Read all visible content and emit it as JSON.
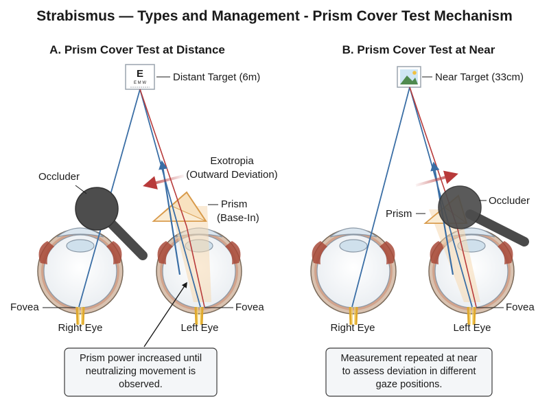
{
  "title": "Strabismus — Types and Management - Prism Cover Test Mechanism",
  "panel_a": {
    "heading": "A. Prism Cover Test at Distance",
    "chart_letters": "E",
    "chart_small": "E M W",
    "target_label": "Distant Target (6m)",
    "deviation_line1": "Exotropia",
    "deviation_line2": "(Outward Deviation)",
    "occluder_label": "Occluder",
    "prism_line1": "Prism",
    "prism_line2": "(Base-In)",
    "fovea_right": "Fovea",
    "fovea_left": "Fovea",
    "right_eye": "Right Eye",
    "left_eye": "Left Eye",
    "note_line1": "Prism power increased until",
    "note_line2": "neutralizing movement is",
    "note_line3": "observed."
  },
  "panel_b": {
    "heading": "B. Prism Cover Test at Near",
    "target_label": "Near Target (33cm)",
    "occluder_label": "Occluder",
    "prism_label": "Prism",
    "fovea_left": "Fovea",
    "right_eye": "Right Eye",
    "left_eye": "Left Eye",
    "note_line1": "Measurement repeated at near",
    "note_line2": "to assess deviation in different",
    "note_line3": "gaze positions."
  },
  "colors": {
    "blue_ray": "#3a6ea5",
    "red_ray": "#b83a3a",
    "prism_fill": "#f5d9b0",
    "prism_stroke": "#d89a4a",
    "occluder": "#4a4a4a",
    "eye_stroke": "#6b7a8a",
    "muscle": "#a84a3a",
    "box_fill": "#f4f6f8"
  }
}
